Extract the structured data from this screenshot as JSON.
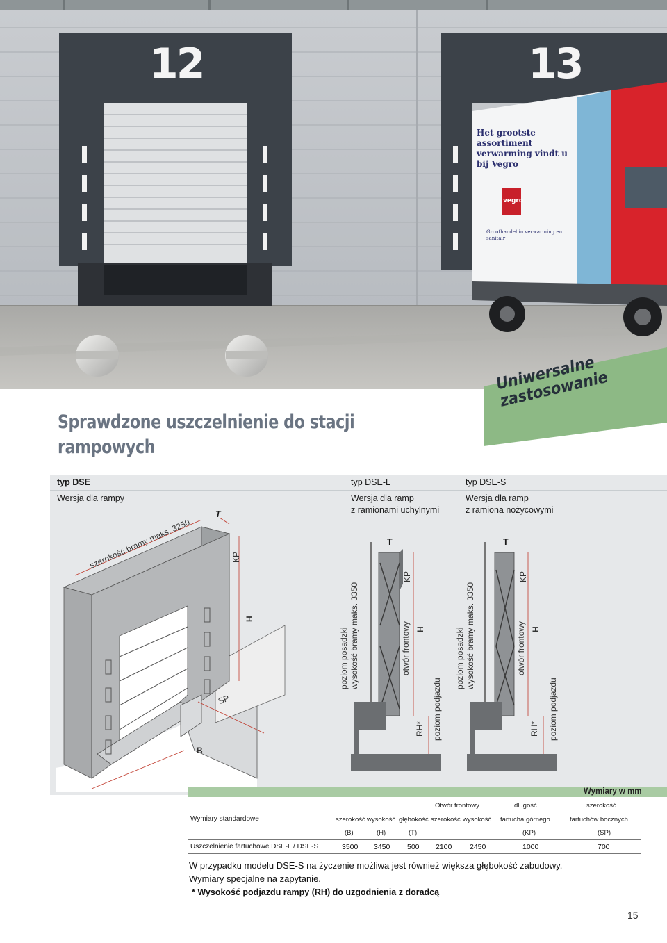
{
  "photo": {
    "door_left_number": "12",
    "door_right_number": "13",
    "truck_slogan": "Het grootste assortiment verwarming vindt u bij Vegro",
    "truck_brand": "vegro",
    "truck_subtitle": "Groothandel in verwarming en sanitair"
  },
  "heading": {
    "line1": "Sprawdzone uszczelnienie do stacji",
    "line2": "rampowych",
    "banner_line1": "Uniwersalne",
    "banner_line2": "zastosowanie"
  },
  "diagram": {
    "col1_type": "typ DSE",
    "col1_desc": "Wersja dla rampy",
    "col2_type": "typ DSE-L",
    "col2_desc1": "Wersja dla ramp",
    "col2_desc2": "z ramionami uchylnymi",
    "col3_type": "typ DSE-S",
    "col3_desc1": "Wersja dla ramp",
    "col3_desc2": "z ramiona nożycowymi",
    "width_label": "szerokość bramy maks. 3250",
    "T": "T",
    "KP": "KP",
    "H": "H",
    "SP": "SP",
    "B": "B",
    "floor_level": "poziom posadzki",
    "height_max": "wysokość bramy maks. 3350",
    "front_opening": "otwór frontowy",
    "RH": "RH*",
    "drive_level": "poziom podjazdu"
  },
  "table": {
    "unit": "Wymiary w mm",
    "group_opening": "Otwór frontowy",
    "group_length": "długość",
    "group_width": "szerokość",
    "row_label_header": "Wymiary standardowe",
    "headers": [
      "szerokość",
      "wysokość",
      "głębokość",
      "szerokość",
      "wysokość",
      "fartucha górnego",
      "fartuchów bocznych"
    ],
    "codes": [
      "(B)",
      "(H)",
      "(T)",
      "",
      "",
      "(KP)",
      "(SP)"
    ],
    "row_label": "Uszczelnienie fartuchowe DSE-L / DSE-S",
    "values": [
      "3500",
      "3450",
      "500",
      "2100",
      "2450",
      "1000",
      "700"
    ]
  },
  "notes": {
    "line1": "W przypadku modelu DSE-S na życzenie możliwa jest również większa głębokość zabudowy.",
    "line2": "Wymiary specjalne na zapytanie.",
    "line3": "* Wysokość podjazdu rampy (RH) do uzgodnienia z doradcą"
  },
  "page_number": "15",
  "colors": {
    "banner_green": "#8db985",
    "panel_gray": "#e6e8ea",
    "title_gray": "#6a7482",
    "table_header_green": "#a9cba3"
  }
}
